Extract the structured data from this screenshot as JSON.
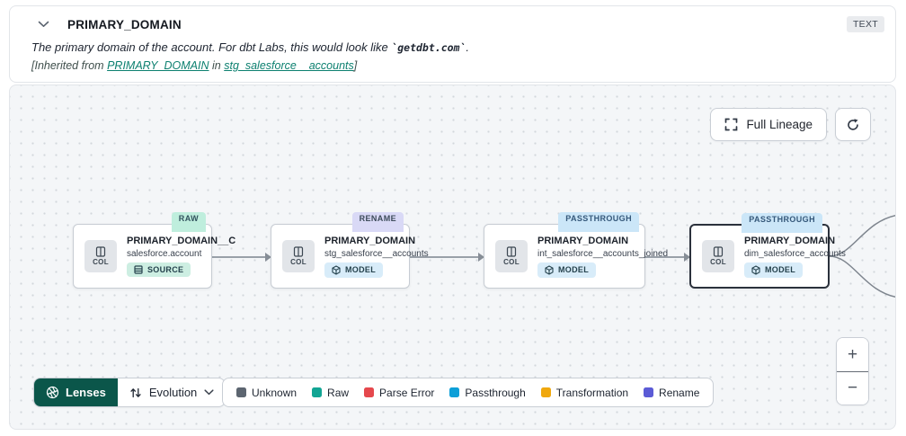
{
  "header": {
    "title": "PRIMARY_DOMAIN",
    "type_badge": "TEXT",
    "description_prefix": "The primary domain of the account. For dbt Labs, this would look like ",
    "description_code": "`getdbt.com`",
    "description_suffix": ".",
    "inherited": {
      "prefix": "[Inherited from ",
      "column_link": "PRIMARY_DOMAIN",
      "middle": " in ",
      "model_link": "stg_salesforce__accounts",
      "suffix": "]"
    }
  },
  "canvas": {
    "controls": {
      "full_lineage_label": "Full Lineage",
      "zoom_in": "+",
      "zoom_out": "−"
    },
    "nodes": [
      {
        "status": "RAW",
        "title": "PRIMARY_DOMAIN__C",
        "subtitle": "salesforce.account",
        "resource": "SOURCE",
        "col_label": "COL",
        "selected": false
      },
      {
        "status": "RENAME",
        "title": "PRIMARY_DOMAIN",
        "subtitle": "stg_salesforce__accounts",
        "resource": "MODEL",
        "col_label": "COL",
        "selected": false
      },
      {
        "status": "PASSTHROUGH",
        "title": "PRIMARY_DOMAIN",
        "subtitle": "int_salesforce__accounts_joined",
        "resource": "MODEL",
        "col_label": "COL",
        "selected": false
      },
      {
        "status": "PASSTHROUGH",
        "title": "PRIMARY_DOMAIN",
        "subtitle": "dim_salesforce_accounts",
        "resource": "MODEL",
        "col_label": "COL",
        "selected": true
      }
    ],
    "lenses": {
      "label": "Lenses",
      "selected_lens": "Evolution"
    },
    "legend": [
      {
        "label": "Unknown",
        "color": "#5c6570"
      },
      {
        "label": "Raw",
        "color": "#12a594"
      },
      {
        "label": "Parse Error",
        "color": "#e5484d"
      },
      {
        "label": "Passthrough",
        "color": "#0c9fd8"
      },
      {
        "label": "Transformation",
        "color": "#f0a80e"
      },
      {
        "label": "Rename",
        "color": "#5b5bd6"
      }
    ]
  },
  "icons": {
    "collapse": "chevron-down",
    "full_lineage": "fullscreen-brackets",
    "refresh": "circular-arrow",
    "column": "columns",
    "source": "table-rows",
    "model": "cube",
    "lenses": "aperture",
    "evolution": "swap-vertical",
    "dropdown": "chevron-down"
  },
  "colors": {
    "accent_teal": "#0d8070",
    "lenses_green": "#0b564a",
    "canvas_bg": "#f4f6f8",
    "raw_badge": "#bfeedd",
    "rename_badge": "#d9d9f6",
    "passthrough_badge": "#cbe6f8"
  }
}
